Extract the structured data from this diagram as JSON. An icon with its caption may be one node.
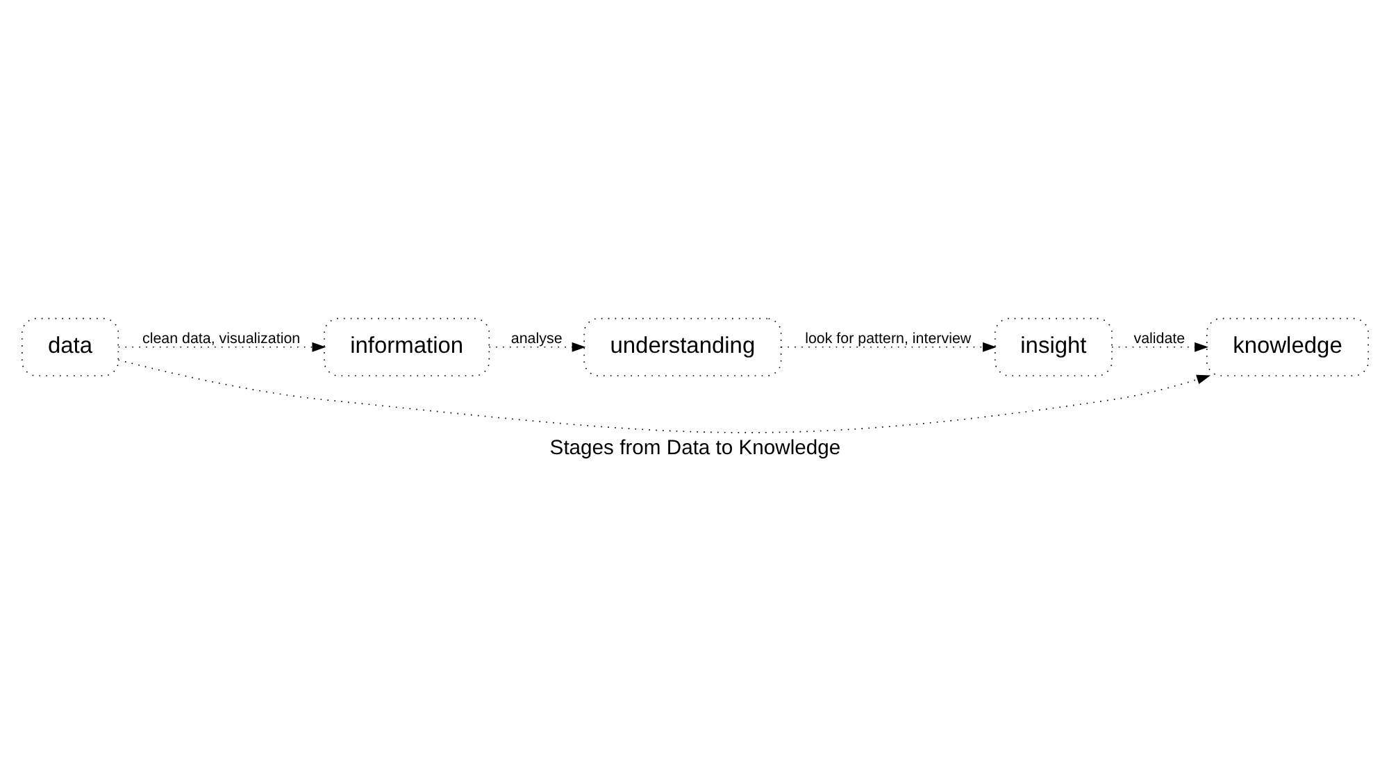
{
  "diagram": {
    "caption": "Stages from Data to Knowledge",
    "nodes": [
      {
        "text": [
          "data"
        ]
      },
      {
        "text": [
          "information"
        ]
      },
      {
        "text": [
          "understanding"
        ]
      },
      {
        "text": [
          "insight"
        ]
      },
      {
        "text": [
          "knowledge"
        ]
      }
    ],
    "edges": [
      {
        "from": 0,
        "to": 1,
        "arrow": "to",
        "label": "clean data, visualization"
      },
      {
        "from": 1,
        "to": 2,
        "arrow": "to",
        "label": "analyse"
      },
      {
        "from": 2,
        "to": 3,
        "arrow": "to",
        "label": "look for pattern, interview"
      },
      {
        "from": 3,
        "to": 4,
        "arrow": "to",
        "label": "validate"
      },
      {
        "from": 0,
        "to": 4,
        "arrow": "to"
      }
    ]
  }
}
